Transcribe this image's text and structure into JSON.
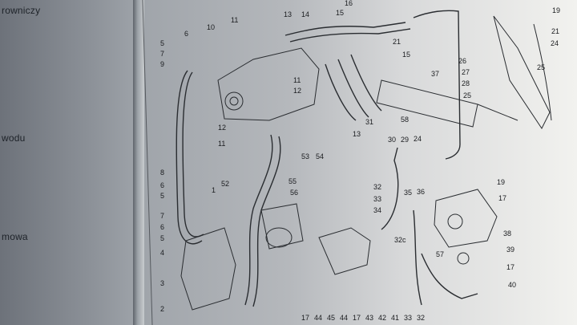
{
  "left_page": {
    "lines": [
      "rowniczy",
      "wodu",
      "mowa"
    ]
  },
  "callouts": [
    {
      "id": "c6a",
      "text": "6"
    },
    {
      "id": "c10",
      "text": "10"
    },
    {
      "id": "c11a",
      "text": "11"
    },
    {
      "id": "c13a",
      "text": "13"
    },
    {
      "id": "c14",
      "text": "14"
    },
    {
      "id": "c15a",
      "text": "15"
    },
    {
      "id": "c16",
      "text": "16"
    },
    {
      "id": "c19a",
      "text": "19"
    },
    {
      "id": "c21a",
      "text": "21"
    },
    {
      "id": "c24a",
      "text": "24"
    },
    {
      "id": "c21b",
      "text": "21"
    },
    {
      "id": "c15b",
      "text": "15"
    },
    {
      "id": "c5a",
      "text": "5"
    },
    {
      "id": "c7a",
      "text": "7"
    },
    {
      "id": "c9",
      "text": "9"
    },
    {
      "id": "c26",
      "text": "26"
    },
    {
      "id": "c25a",
      "text": "25"
    },
    {
      "id": "c37",
      "text": "37"
    },
    {
      "id": "c27",
      "text": "27"
    },
    {
      "id": "c28",
      "text": "28"
    },
    {
      "id": "c25b",
      "text": "25"
    },
    {
      "id": "c11b",
      "text": "11"
    },
    {
      "id": "c12a",
      "text": "12"
    },
    {
      "id": "c31",
      "text": "31"
    },
    {
      "id": "c12b",
      "text": "12"
    },
    {
      "id": "c13b",
      "text": "13"
    },
    {
      "id": "c58",
      "text": "58"
    },
    {
      "id": "c11c",
      "text": "11"
    },
    {
      "id": "c53",
      "text": "53"
    },
    {
      "id": "c54",
      "text": "54"
    },
    {
      "id": "c30",
      "text": "30"
    },
    {
      "id": "c29",
      "text": "29"
    },
    {
      "id": "c24b",
      "text": "24"
    },
    {
      "id": "c8",
      "text": "8"
    },
    {
      "id": "c19b",
      "text": "19"
    },
    {
      "id": "c55",
      "text": "55"
    },
    {
      "id": "c32a",
      "text": "32"
    },
    {
      "id": "c56",
      "text": "56"
    },
    {
      "id": "c6b",
      "text": "6"
    },
    {
      "id": "c1",
      "text": "1"
    },
    {
      "id": "c52",
      "text": "52"
    },
    {
      "id": "c33a",
      "text": "33"
    },
    {
      "id": "c35",
      "text": "35"
    },
    {
      "id": "c36",
      "text": "36"
    },
    {
      "id": "c17a",
      "text": "17"
    },
    {
      "id": "c5b",
      "text": "5"
    },
    {
      "id": "c34",
      "text": "34"
    },
    {
      "id": "c7b",
      "text": "7"
    },
    {
      "id": "c6c",
      "text": "6"
    },
    {
      "id": "c5c",
      "text": "5"
    },
    {
      "id": "c38",
      "text": "38"
    },
    {
      "id": "c32c",
      "text": "32c"
    },
    {
      "id": "c57",
      "text": "57"
    },
    {
      "id": "c39",
      "text": "39"
    },
    {
      "id": "c4",
      "text": "4"
    },
    {
      "id": "c17b",
      "text": "17"
    },
    {
      "id": "c3",
      "text": "3"
    },
    {
      "id": "c40",
      "text": "40"
    },
    {
      "id": "c2",
      "text": "2"
    },
    {
      "id": "b17",
      "text": "17"
    },
    {
      "id": "b44",
      "text": "44"
    },
    {
      "id": "b45",
      "text": "45"
    },
    {
      "id": "b44b",
      "text": "44"
    },
    {
      "id": "b17b",
      "text": "17"
    },
    {
      "id": "b43",
      "text": "43"
    },
    {
      "id": "b42",
      "text": "42"
    },
    {
      "id": "b41",
      "text": "41"
    },
    {
      "id": "b33",
      "text": "33"
    },
    {
      "id": "b32",
      "text": "32"
    }
  ]
}
